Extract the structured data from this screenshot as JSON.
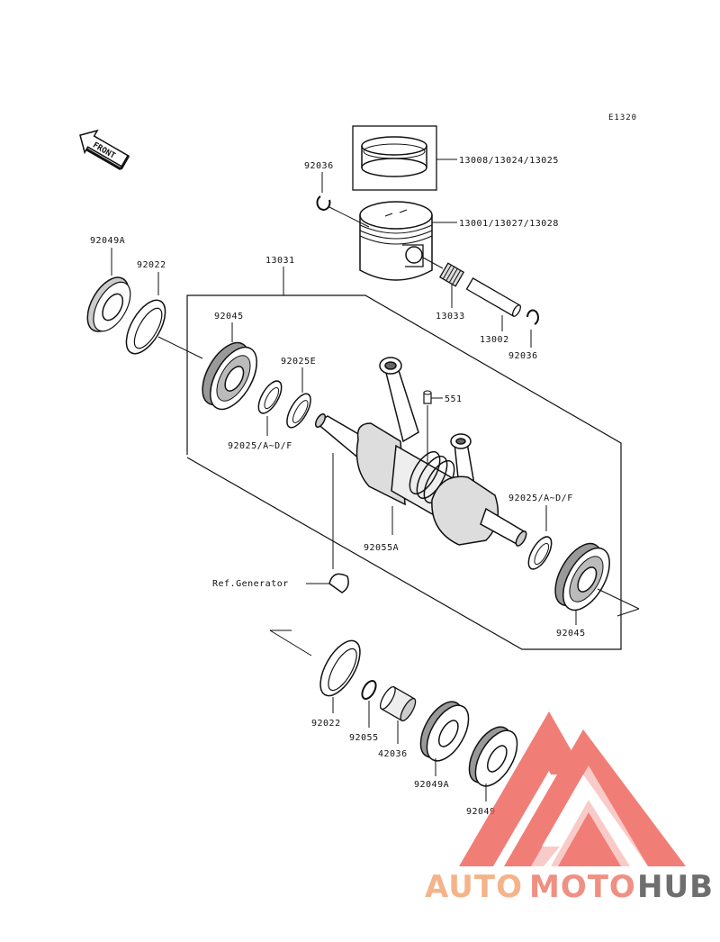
{
  "diagram_code": "E1320",
  "front_label": "FRONT",
  "parts": {
    "rings": "13008/13024/13025",
    "piston": "13001/13027/13028",
    "circlip_top": "92036",
    "circlip_right": "92036",
    "needle_bearing": "13033",
    "piston_pin": "13002",
    "crankshaft_assy": "13031",
    "seal_left_top": "92049A",
    "shim_left_top": "92022",
    "bearing_left": "92045",
    "shim_e": "92025E",
    "shim_left": "92025/A~D/F",
    "pin": "551",
    "key": "92055A",
    "shim_right": "92025/A~D/F",
    "bearing_right": "92045",
    "ref_generator": "Ref.Generator",
    "shim_bottom": "92022",
    "oring_bottom": "92055",
    "collar": "42036",
    "seal_bottom_a": "92049A",
    "seal_bottom": "92049"
  },
  "watermark": {
    "part1": "AUTO",
    "part2": "MOTO",
    "part3": "HUB",
    "color_light": "#f5b38a",
    "color_mid": "#f08f82",
    "color_dark": "#6e6e6e",
    "logo_color": "#ee5a50"
  }
}
